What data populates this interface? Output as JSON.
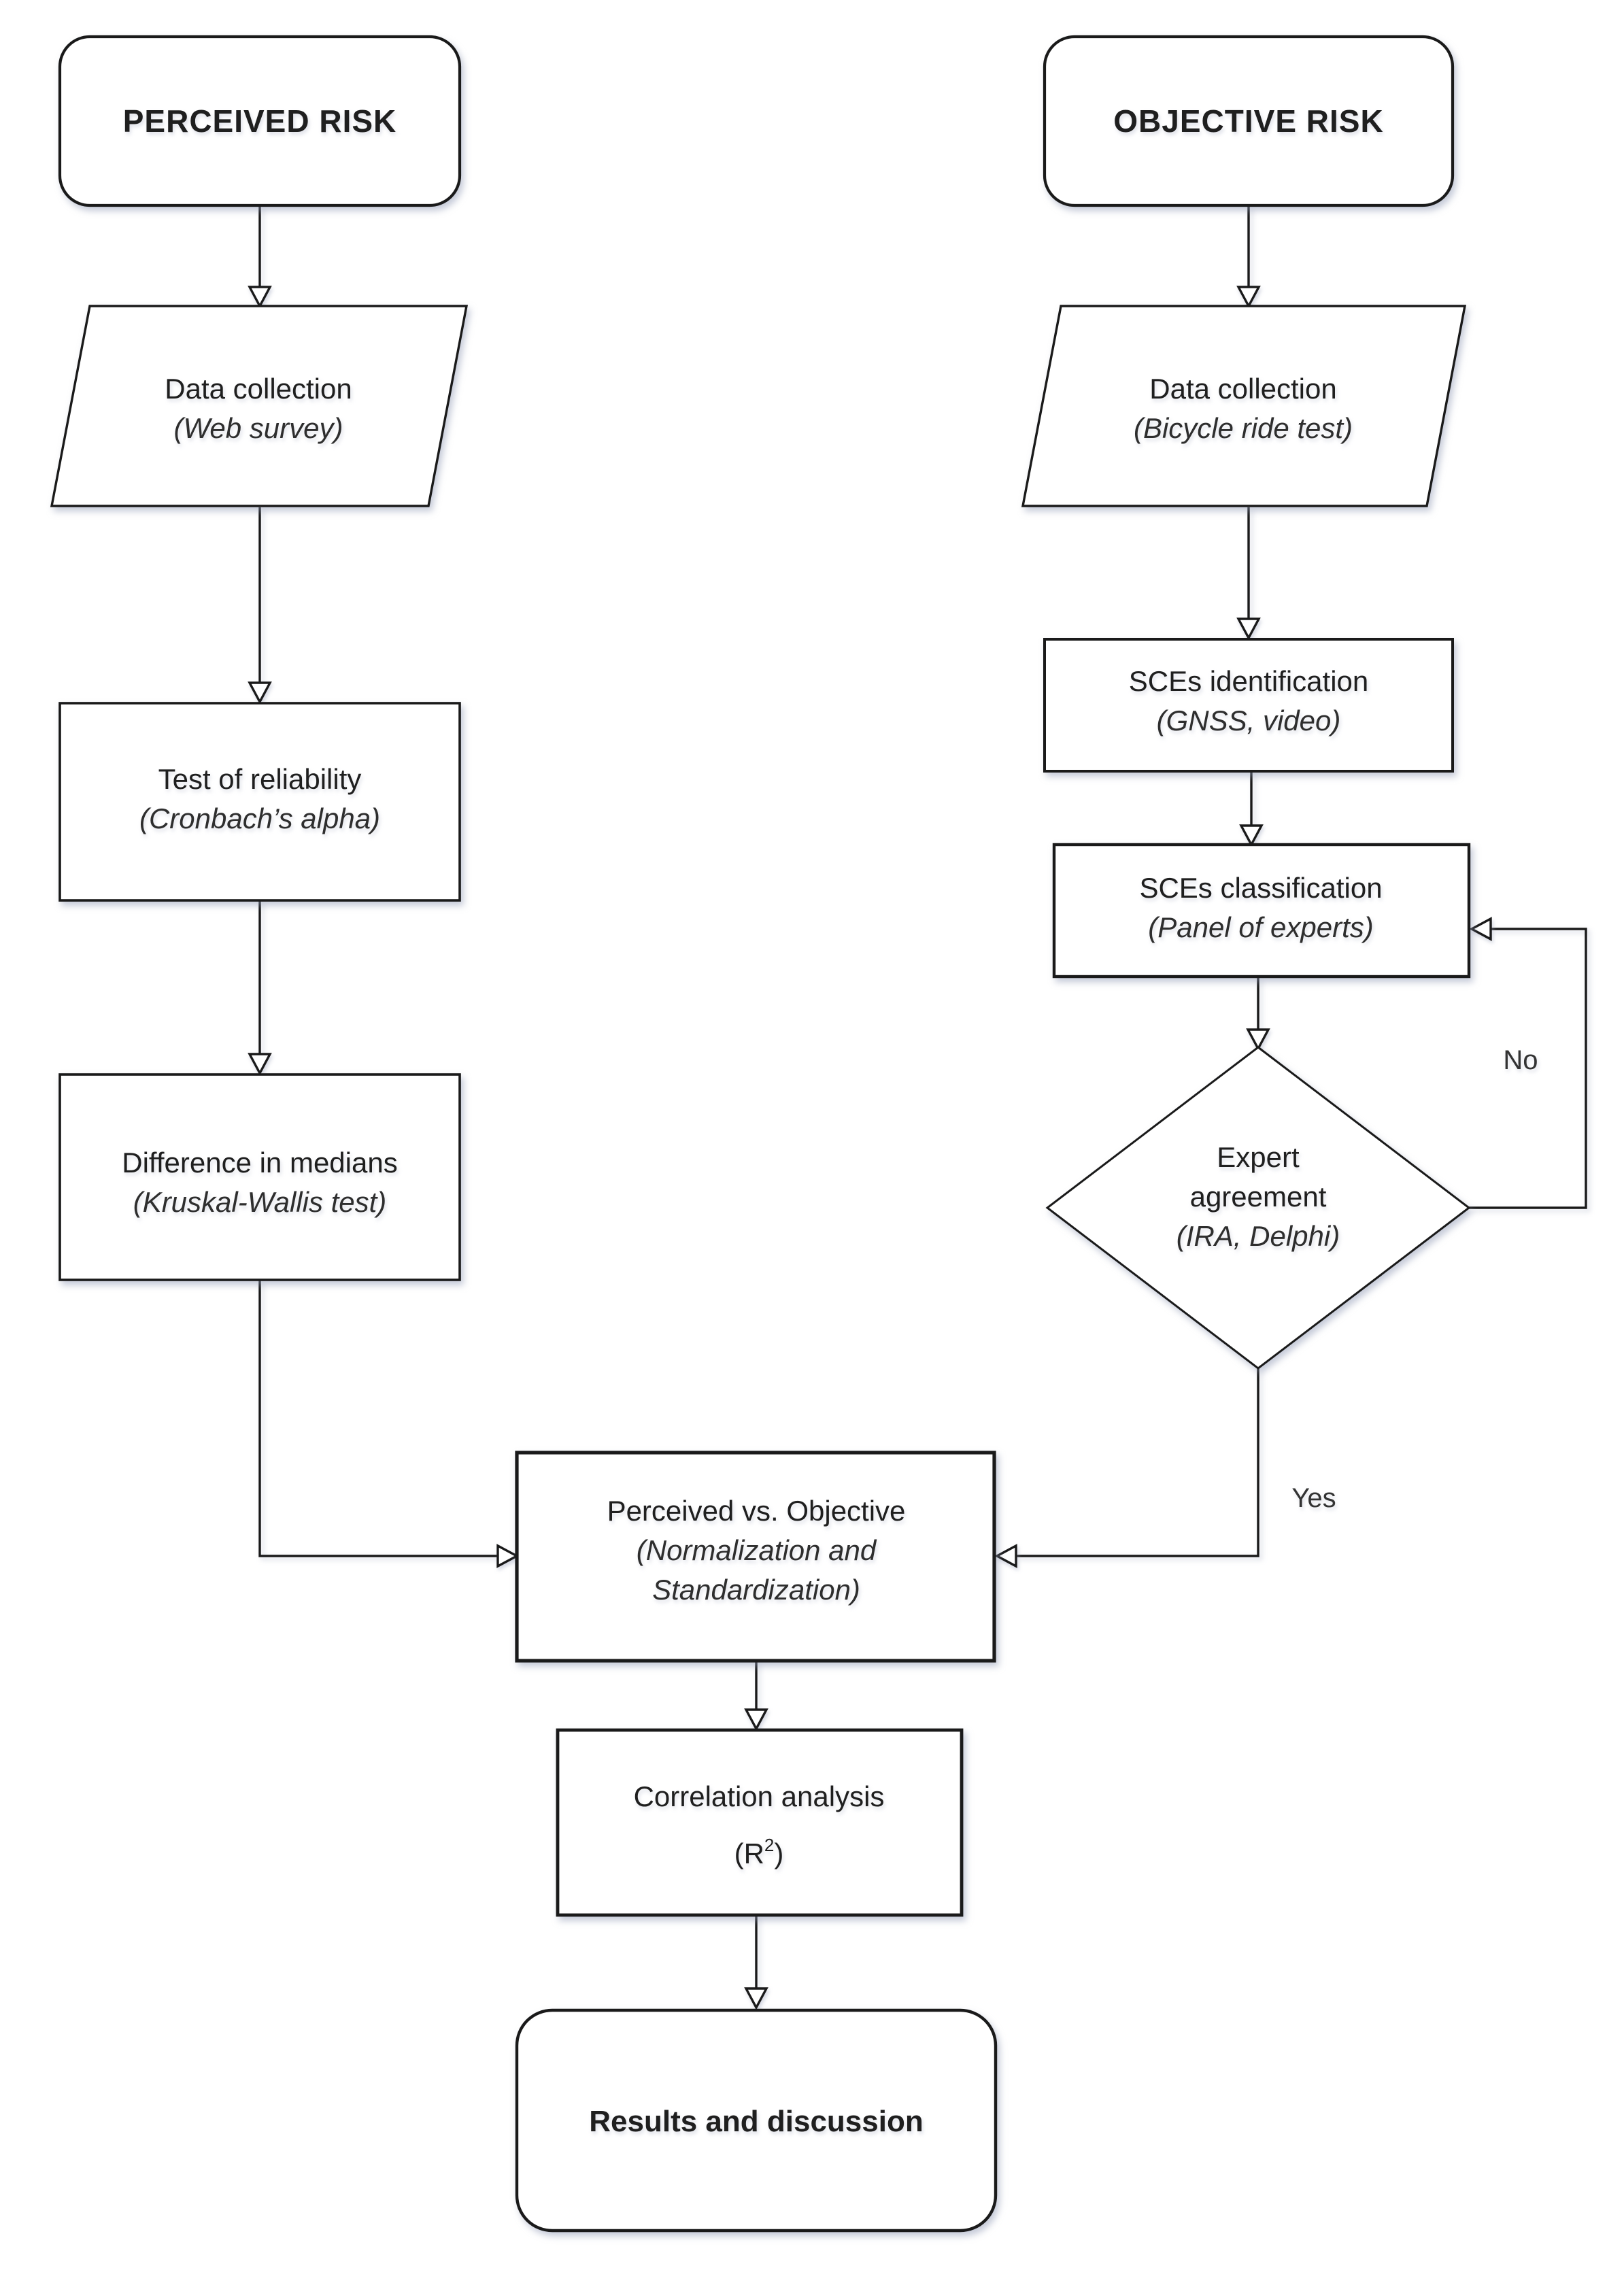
{
  "nodes": {
    "perceived_risk": {
      "label": "PERCEIVED RISK"
    },
    "web_survey": {
      "title": "Data collection",
      "subtitle": "(Web survey)"
    },
    "test_reliability": {
      "title": "Test of reliability",
      "subtitle": "(Cronbach’s alpha)"
    },
    "diff_medians": {
      "title": "Difference in medians",
      "subtitle": "(Kruskal-Wallis test)"
    },
    "objective_risk": {
      "label": "OBJECTIVE RISK"
    },
    "ride_test": {
      "title": "Data collection",
      "subtitle": "(Bicycle ride test)"
    },
    "sce_identification": {
      "title": "SCEs identification",
      "subtitle": "(GNSS, video)"
    },
    "sce_classification": {
      "title": "SCEs classification",
      "subtitle": "(Panel of experts)"
    },
    "expert_agreement": {
      "line1": "Expert",
      "line2": "agreement",
      "subtitle": "(IRA, Delphi)"
    },
    "perceived_vs_objective": {
      "title": "Perceived vs. Objective",
      "subtitle_line1": "(Normalization and",
      "subtitle_line2": "Standardization)"
    },
    "correlation": {
      "title": "Correlation analysis",
      "formula_open": "(R",
      "formula_sup": "2",
      "formula_close": ")"
    },
    "results": {
      "label": "Results and discussion"
    }
  },
  "edge_labels": {
    "no": "No",
    "yes": "Yes"
  },
  "colors": {
    "stroke": "#1a1a1a",
    "shape_fill": "#ffffff",
    "text": "#1f1f1f",
    "subtitle_text": "#2e2e2e",
    "edge_label_text": "#333333",
    "background": "#ffffff"
  }
}
